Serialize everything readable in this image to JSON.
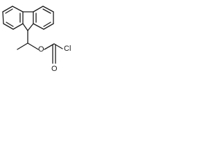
{
  "molecule": {
    "atoms": {
      "oxygen_ester": "O",
      "oxygen_carbonyl": "O",
      "chlorine": "Cl"
    }
  }
}
